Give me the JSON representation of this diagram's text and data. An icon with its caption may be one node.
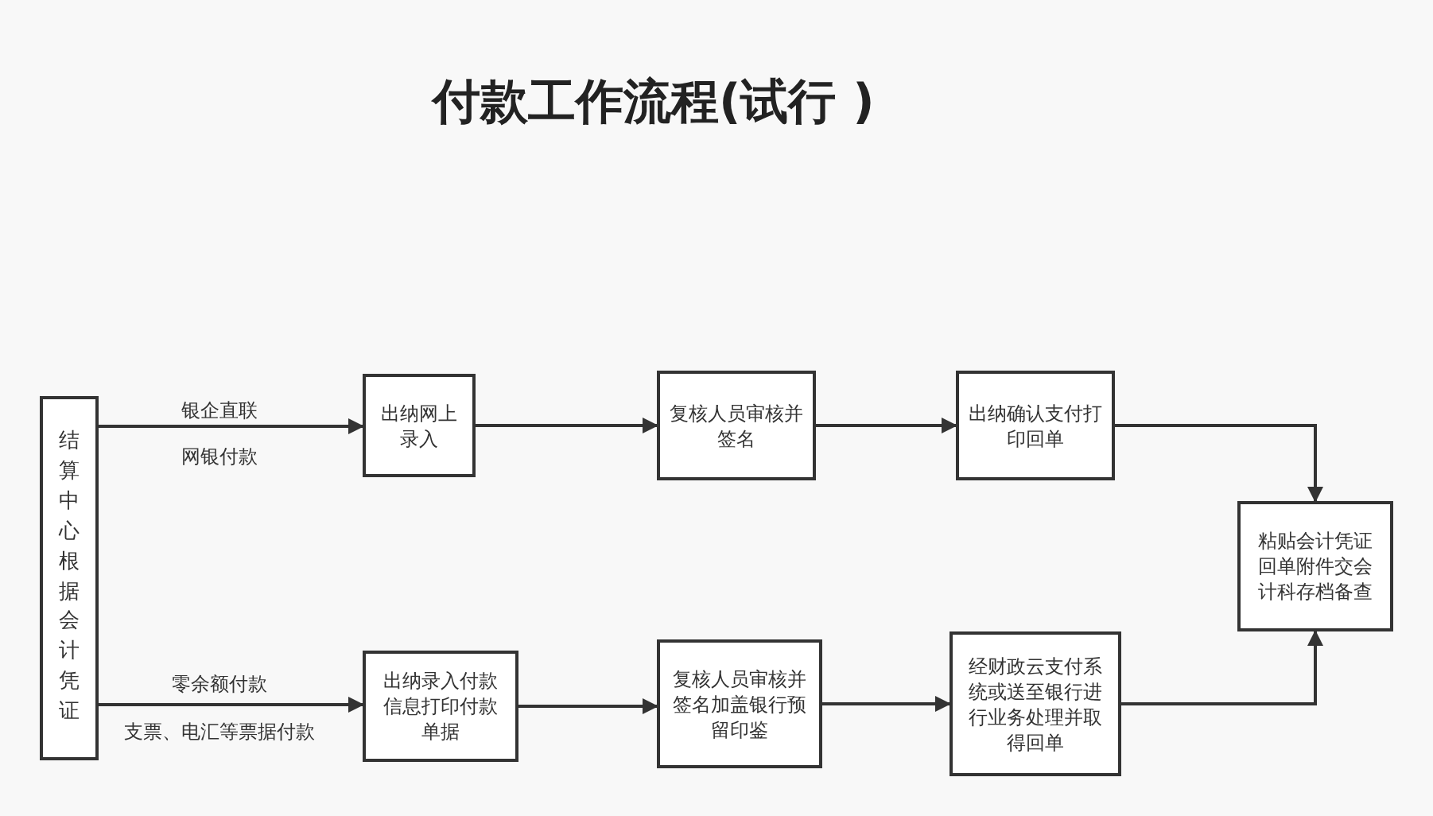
{
  "diagram": {
    "title": "付款工作流程(试行 )",
    "nodes": [
      {
        "text": [
          "结算中心根据会计凭证"
        ]
      },
      {
        "text": [
          "出纳网上录入"
        ]
      },
      {
        "text": [
          "复核人员审核并签名"
        ]
      },
      {
        "text": [
          "出纳确认支付打印回单"
        ]
      },
      {
        "text": [
          "粘贴会计凭证回单附件交会计科存档备查"
        ]
      },
      {
        "text": [
          "出纳录入付款信息打印付款单据"
        ]
      },
      {
        "text": [
          "复核人员审核并签名加盖银行预留印鉴"
        ]
      },
      {
        "text": [
          "经财政云支付系统或送至银行进行业务处理并取得回单"
        ]
      }
    ],
    "edges": [
      {
        "from": 0,
        "to": 1,
        "arrow": "to",
        "label": "银企直联"
      },
      {
        "from": 1,
        "to": 2,
        "arrow": "to"
      },
      {
        "from": 2,
        "to": 3,
        "arrow": "to"
      },
      {
        "from": 3,
        "to": 4,
        "arrow": "to"
      },
      {
        "from": 0,
        "to": 5,
        "arrow": "to",
        "label": "零余额付款"
      },
      {
        "from": 5,
        "to": 6,
        "arrow": "to"
      },
      {
        "from": 6,
        "to": 7,
        "arrow": "to"
      },
      {
        "from": 7,
        "to": 4,
        "arrow": "to"
      }
    ],
    "labels": [
      "网银付款",
      "支票、电汇等票据付款"
    ]
  }
}
